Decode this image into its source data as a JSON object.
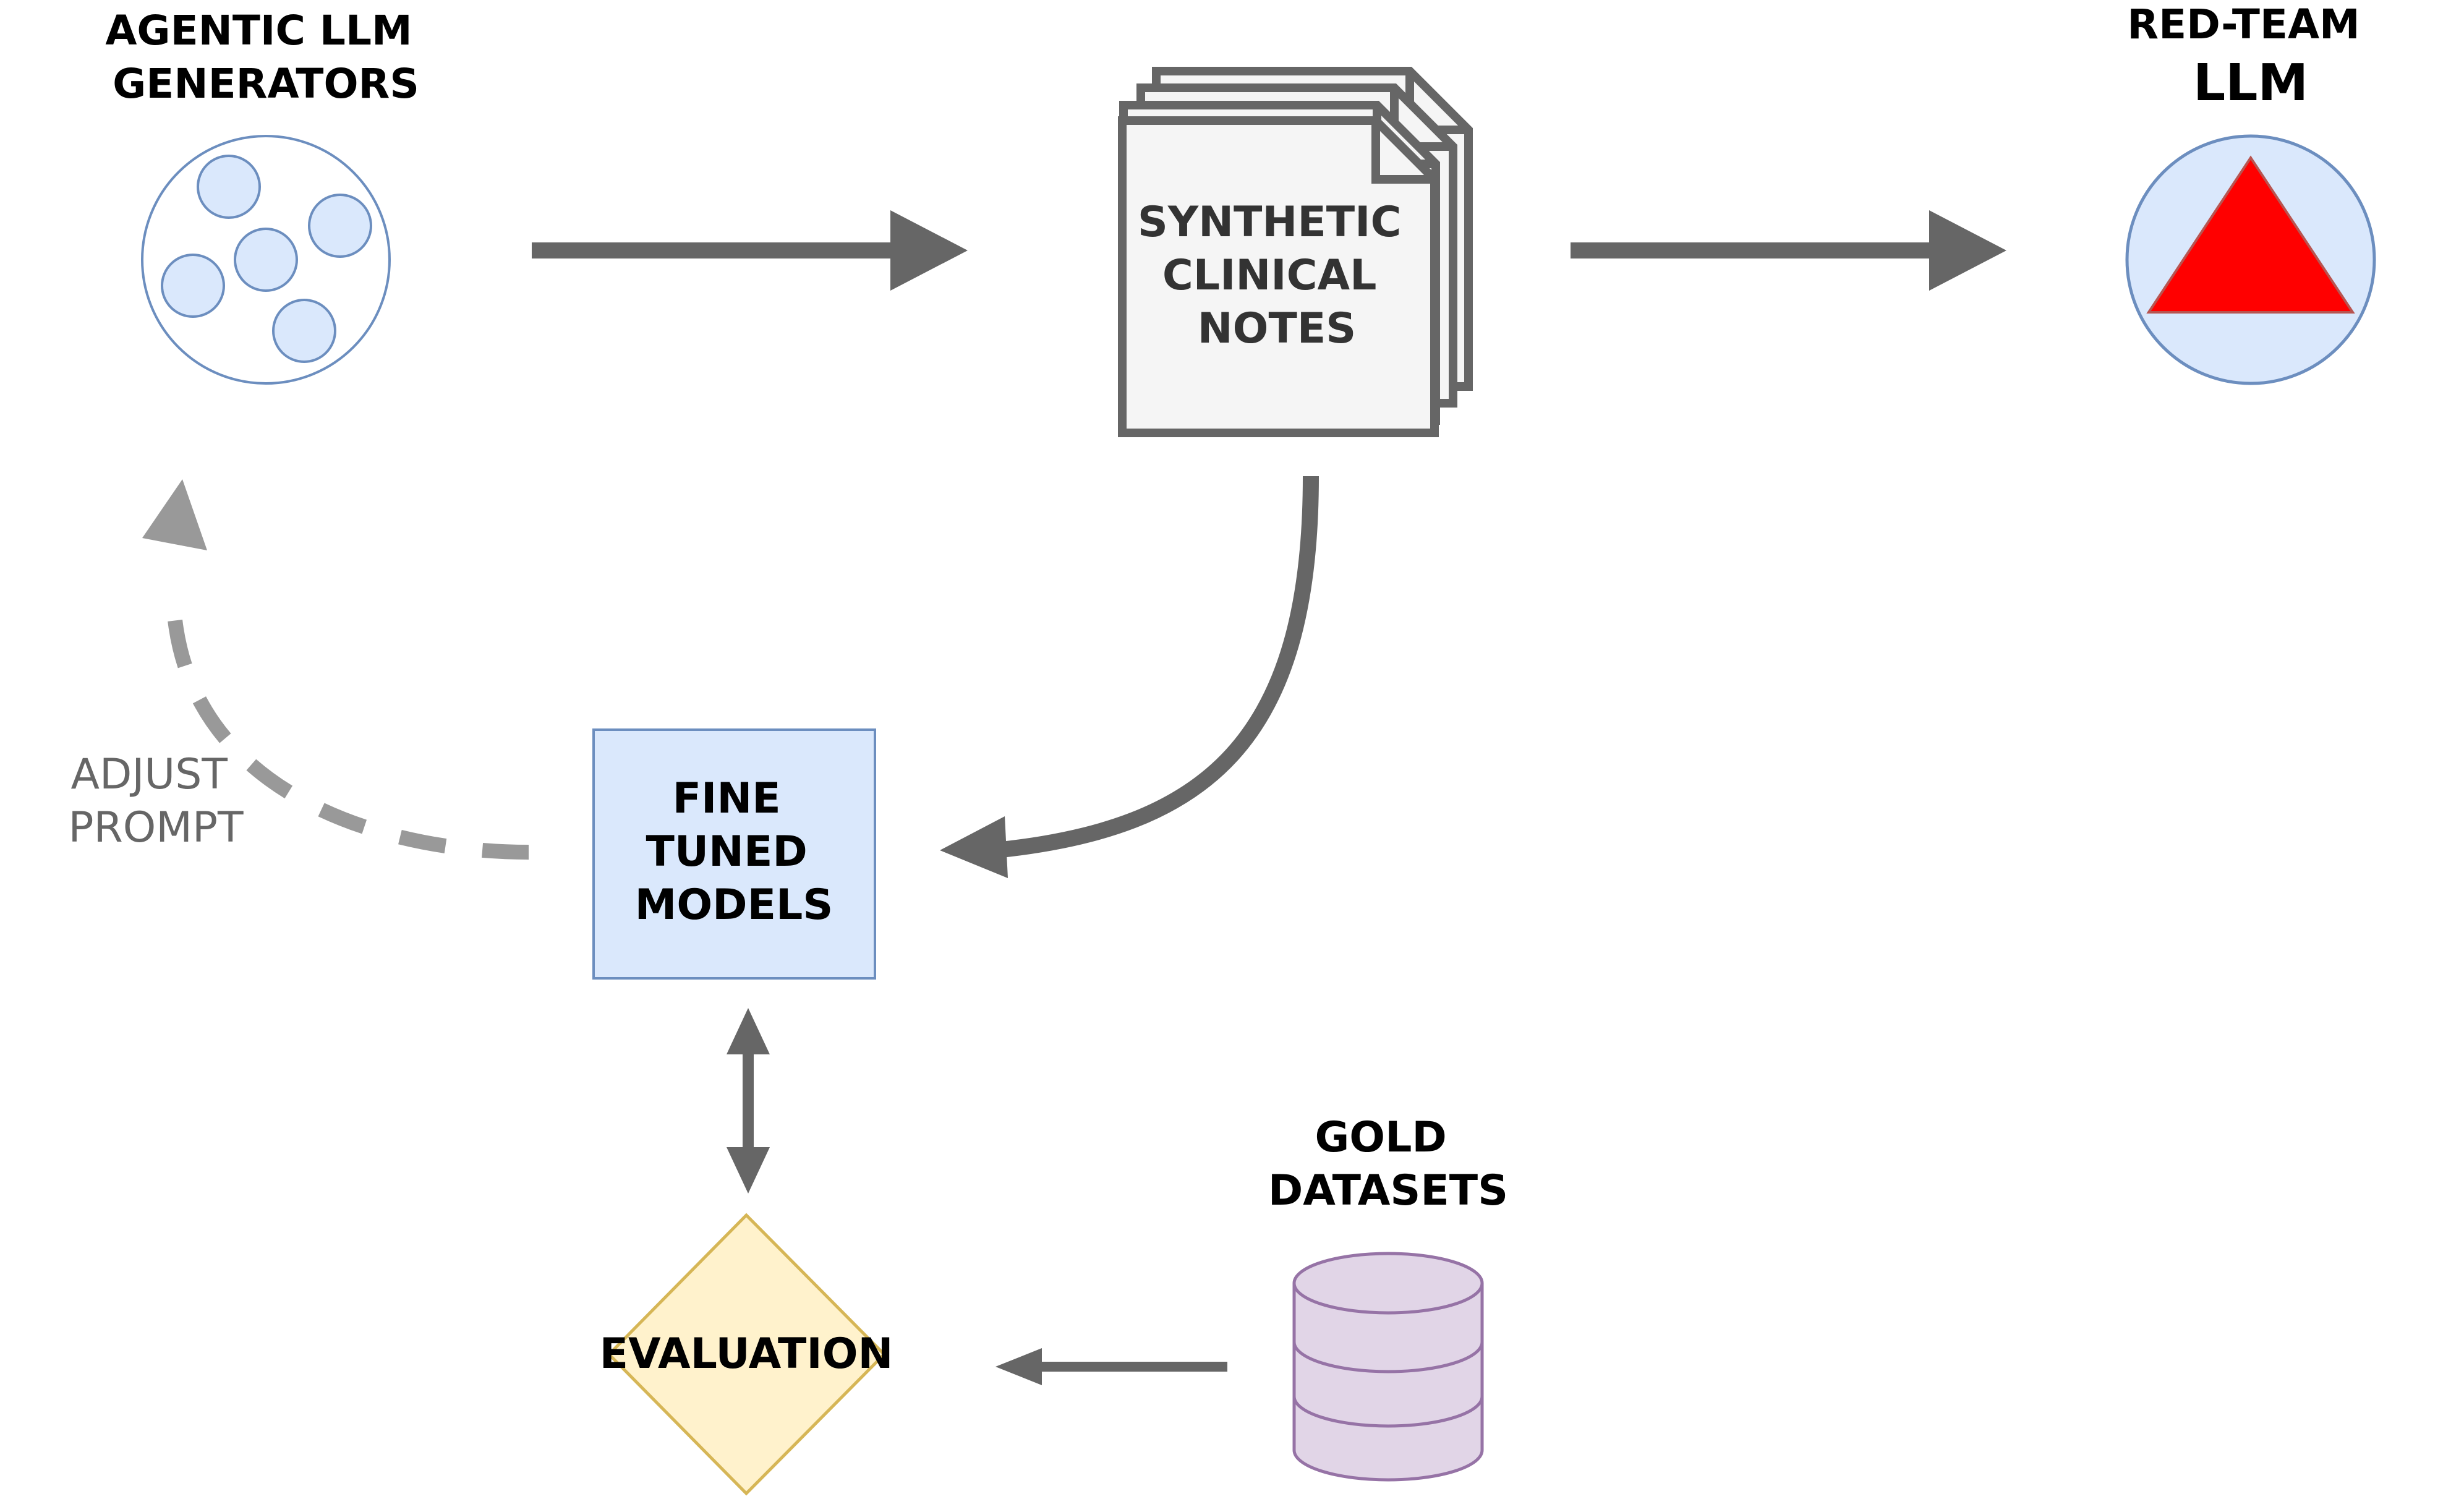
{
  "nodes": {
    "generators": {
      "label_lines": [
        "AGENTIC LLM",
        "GENERATORS"
      ]
    },
    "notes": {
      "label_lines": [
        "SYNTHETIC",
        "CLINICAL",
        "NOTES"
      ]
    },
    "redteam": {
      "label_lines": [
        "RED-TEAM",
        "LLM"
      ]
    },
    "finetuned": {
      "label_lines": [
        "FINE",
        "TUNED",
        "MODELS"
      ]
    },
    "evaluation": {
      "label": "EVALUATION"
    },
    "gold": {
      "label_lines": [
        "GOLD",
        "DATASETS"
      ]
    }
  },
  "edges": {
    "feedback": {
      "label_lines": [
        "ADJUST",
        "PROMPT"
      ]
    }
  },
  "colors": {
    "arrow": "#666666",
    "dashed_arrow": "#999999",
    "blue_fill": "#dae8fc",
    "blue_stroke": "#6c8ebf",
    "doc_fill": "#f5f5f5",
    "doc_stroke": "#666666",
    "triangle": "#ff0000",
    "diamond_fill": "#fff2cc",
    "diamond_stroke": "#d6b656",
    "db_fill": "#e1d5e7",
    "db_stroke": "#9673a6"
  }
}
